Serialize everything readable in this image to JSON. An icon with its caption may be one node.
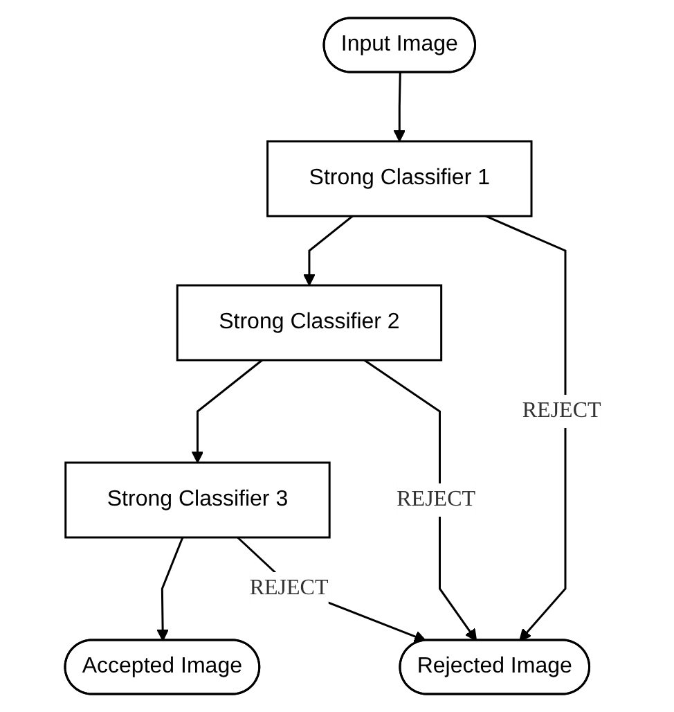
{
  "diagram": {
    "nodes": [
      {
        "text": [
          "Input Image"
        ]
      },
      {
        "text": [
          "Strong Classifier 1"
        ]
      },
      {
        "text": [
          "Strong Classifier 2"
        ]
      },
      {
        "text": [
          "Strong Classifier 3"
        ]
      },
      {
        "text": [
          "Accepted Image"
        ]
      },
      {
        "text": [
          "Rejected Image"
        ]
      }
    ],
    "edges": [
      {
        "from": 0,
        "to": 1,
        "arrow": "to"
      },
      {
        "from": 1,
        "to": 2,
        "arrow": "to"
      },
      {
        "from": 2,
        "to": 3,
        "arrow": "to"
      },
      {
        "from": 3,
        "to": 4,
        "arrow": "to"
      },
      {
        "from": 1,
        "to": 5,
        "arrow": "to",
        "label": "REJECT"
      },
      {
        "from": 2,
        "to": 5,
        "arrow": "to",
        "label": "REJECT"
      },
      {
        "from": 3,
        "to": 5,
        "arrow": "to",
        "label": "REJECT"
      }
    ]
  }
}
